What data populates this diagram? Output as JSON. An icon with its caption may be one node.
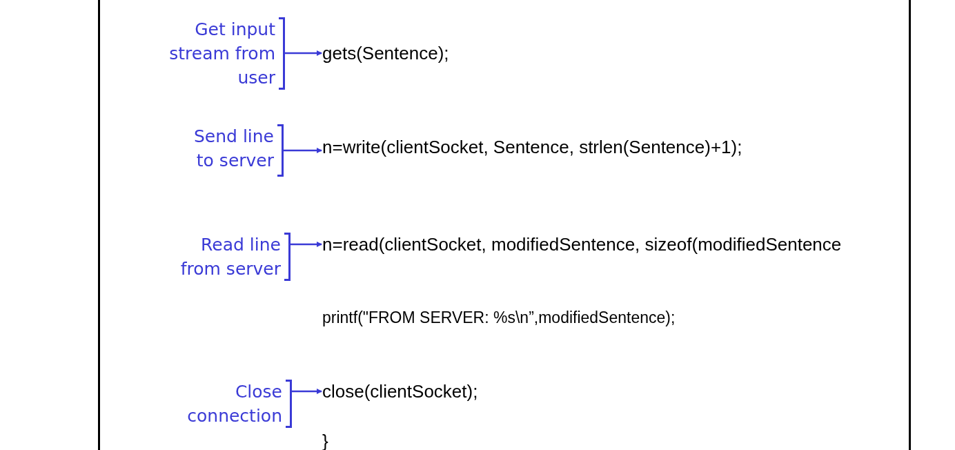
{
  "diagram": {
    "nodes": [
      {
        "text": [
          "Get input stream from user"
        ]
      },
      {
        "text": [
          "gets(Sentence);"
        ]
      },
      {
        "text": [
          "Send line to server"
        ]
      },
      {
        "text": [
          "n=write(clientSocket, Sentence, strlen(Sentence)+1);"
        ]
      },
      {
        "text": [
          "Read line from server"
        ]
      },
      {
        "text": [
          "n=read(clientSocket, modifiedSentence, sizeof(modifiedSentence"
        ]
      },
      {
        "text": [
          "Close connection"
        ]
      },
      {
        "text": [
          "close(clientSocket);"
        ]
      }
    ],
    "edges": [
      {
        "from": 0,
        "to": 1,
        "arrow": "to"
      },
      {
        "from": 2,
        "to": 3,
        "arrow": "to"
      },
      {
        "from": 4,
        "to": 5,
        "arrow": "to"
      },
      {
        "from": 6,
        "to": 7,
        "arrow": "to"
      }
    ],
    "labels": [
      "printf(\"FROM SERVER: %s\\n”,modifiedSentence);",
      "}"
    ]
  }
}
